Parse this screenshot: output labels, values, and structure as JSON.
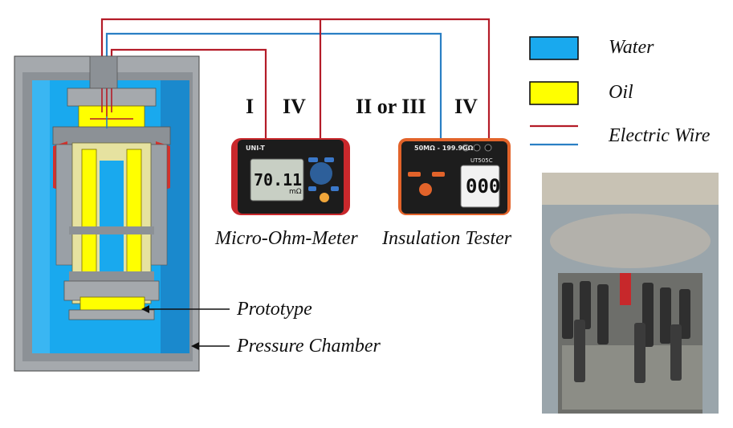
{
  "colors": {
    "water": "#19a9ee",
    "oil": "#ffff00",
    "red_wire": "#b41c28",
    "blue_wire": "#2a7fc4",
    "steel": "#a5a9ad",
    "steel_dark": "#6e7276"
  },
  "wire_labels": {
    "i": "I",
    "iv_left": "IV",
    "ii_or_iii": "II or III",
    "iv_right": "IV"
  },
  "meters": {
    "micro_ohm": {
      "label": "Micro-Ohm-Meter",
      "display_value": "70.11",
      "display_unit": "mΩ",
      "brand": "UNI-T"
    },
    "insulation": {
      "label": "Insulation Tester",
      "display_value": "000",
      "brand_model": "UT505C",
      "range": "50MΩ - 199.9GΩ"
    }
  },
  "annotations": {
    "prototype": "Prototype",
    "pressure_chamber": "Pressure Chamber"
  },
  "legend": {
    "water": "Water",
    "oil": "Oil",
    "electric_wire": "Electric Wire"
  },
  "icons": {
    "arrow": "arrow-left-icon"
  }
}
